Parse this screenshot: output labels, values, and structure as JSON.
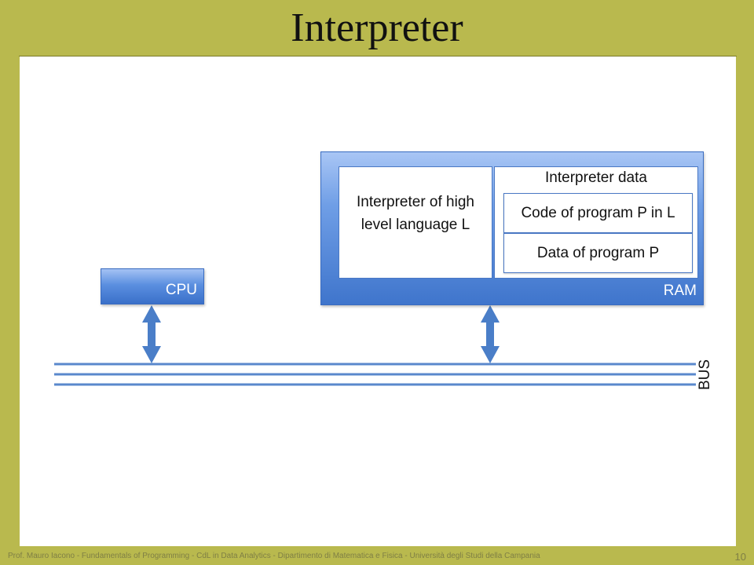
{
  "slide": {
    "title": "Interpreter",
    "footer": "Prof. Mauro Iacono - Fundamentals of Programming - CdL in Data Analytics - Dipartimento di Matematica e Fisica - Università degli Studi della Campania",
    "page_number": "10"
  },
  "diagram": {
    "cpu_label": "CPU",
    "ram_label": "RAM",
    "bus_label": "BUS",
    "interpreter_box": "Interpreter of high level language L",
    "interpreter_data_label": "Interpreter data",
    "code_box": "Code of program P in L",
    "data_box": "Data of program P"
  },
  "colors": {
    "frame": "#b9b94e",
    "accent_blue": "#4a7ec8",
    "bus_line": "#5a88cc"
  }
}
